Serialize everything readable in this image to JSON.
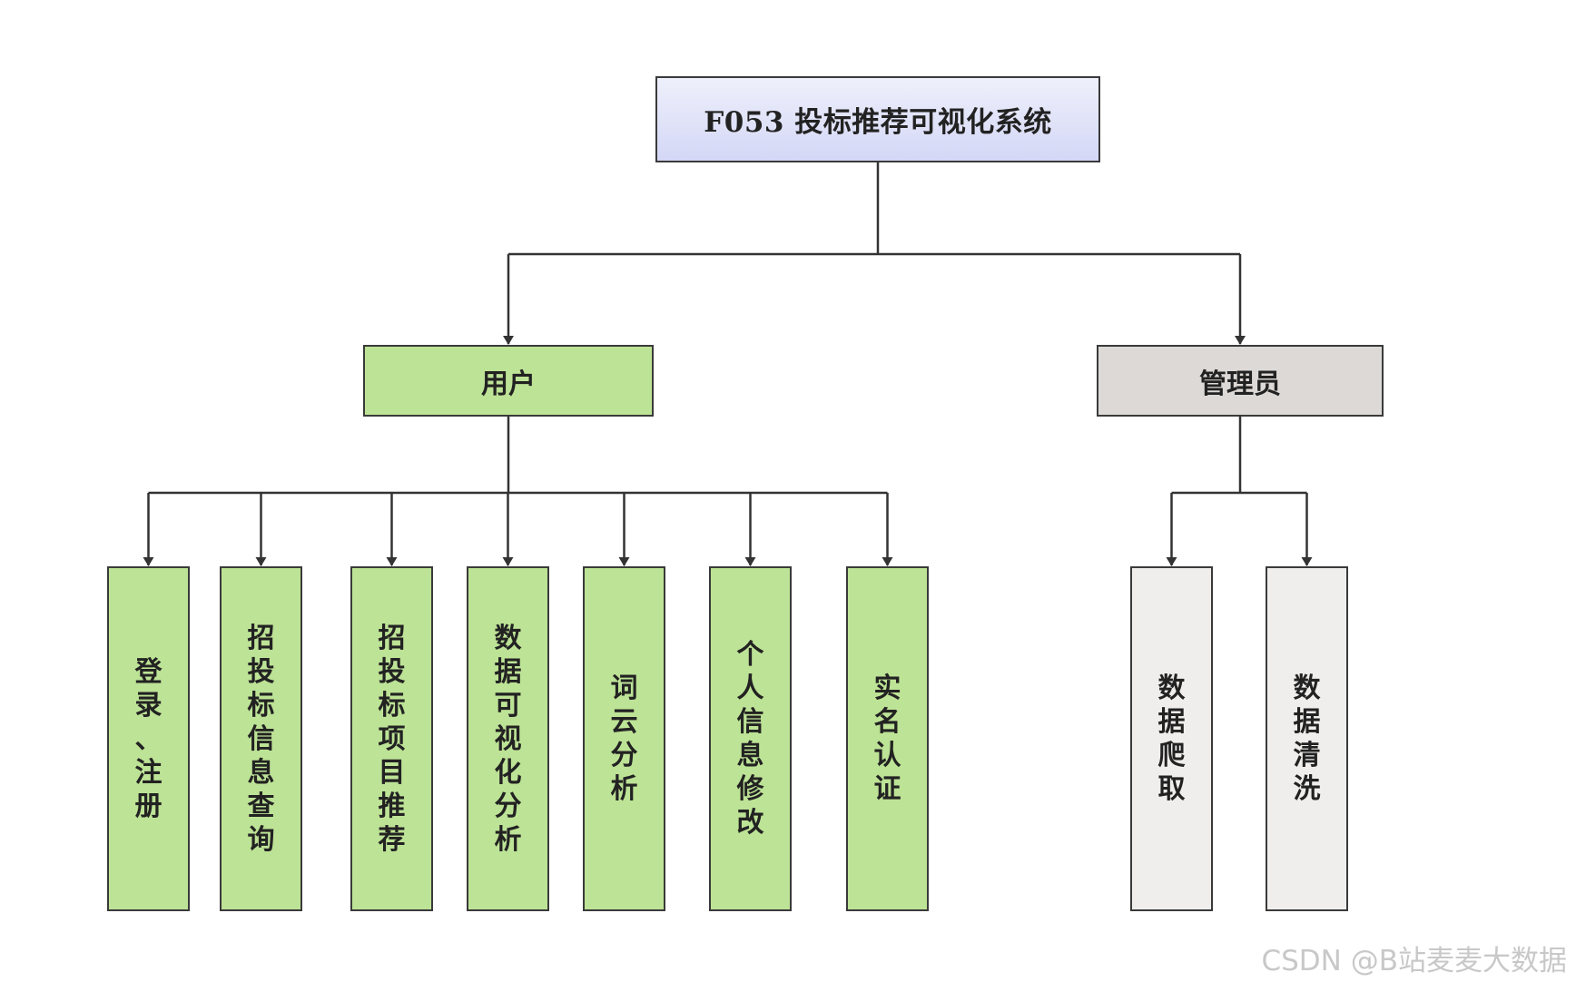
{
  "colors": {
    "root_fill_top": "#eef0fb",
    "root_fill_bottom": "#d4d7f6",
    "user_fill": "#bde396",
    "admin_fill": "#dcd9d6",
    "admin_leaf_fill": "#f0eeed",
    "border": "#3a3a3a",
    "connector": "#333333",
    "watermark": "#c8c8c8"
  },
  "root": {
    "label": "F053 投标推荐可视化系统"
  },
  "roles": [
    {
      "id": "user",
      "label": "用户",
      "children": [
        {
          "label": "登录、注册"
        },
        {
          "label": "招投标信息查询"
        },
        {
          "label": "招投标项目推荐"
        },
        {
          "label": "数据可视化分析"
        },
        {
          "label": "词云分析"
        },
        {
          "label": "个人信息修改"
        },
        {
          "label": "实名认证"
        }
      ]
    },
    {
      "id": "admin",
      "label": "管理员",
      "children": [
        {
          "label": "数据爬取"
        },
        {
          "label": "数据清洗"
        }
      ]
    }
  ],
  "watermark": "CSDN @B站麦麦大数据"
}
